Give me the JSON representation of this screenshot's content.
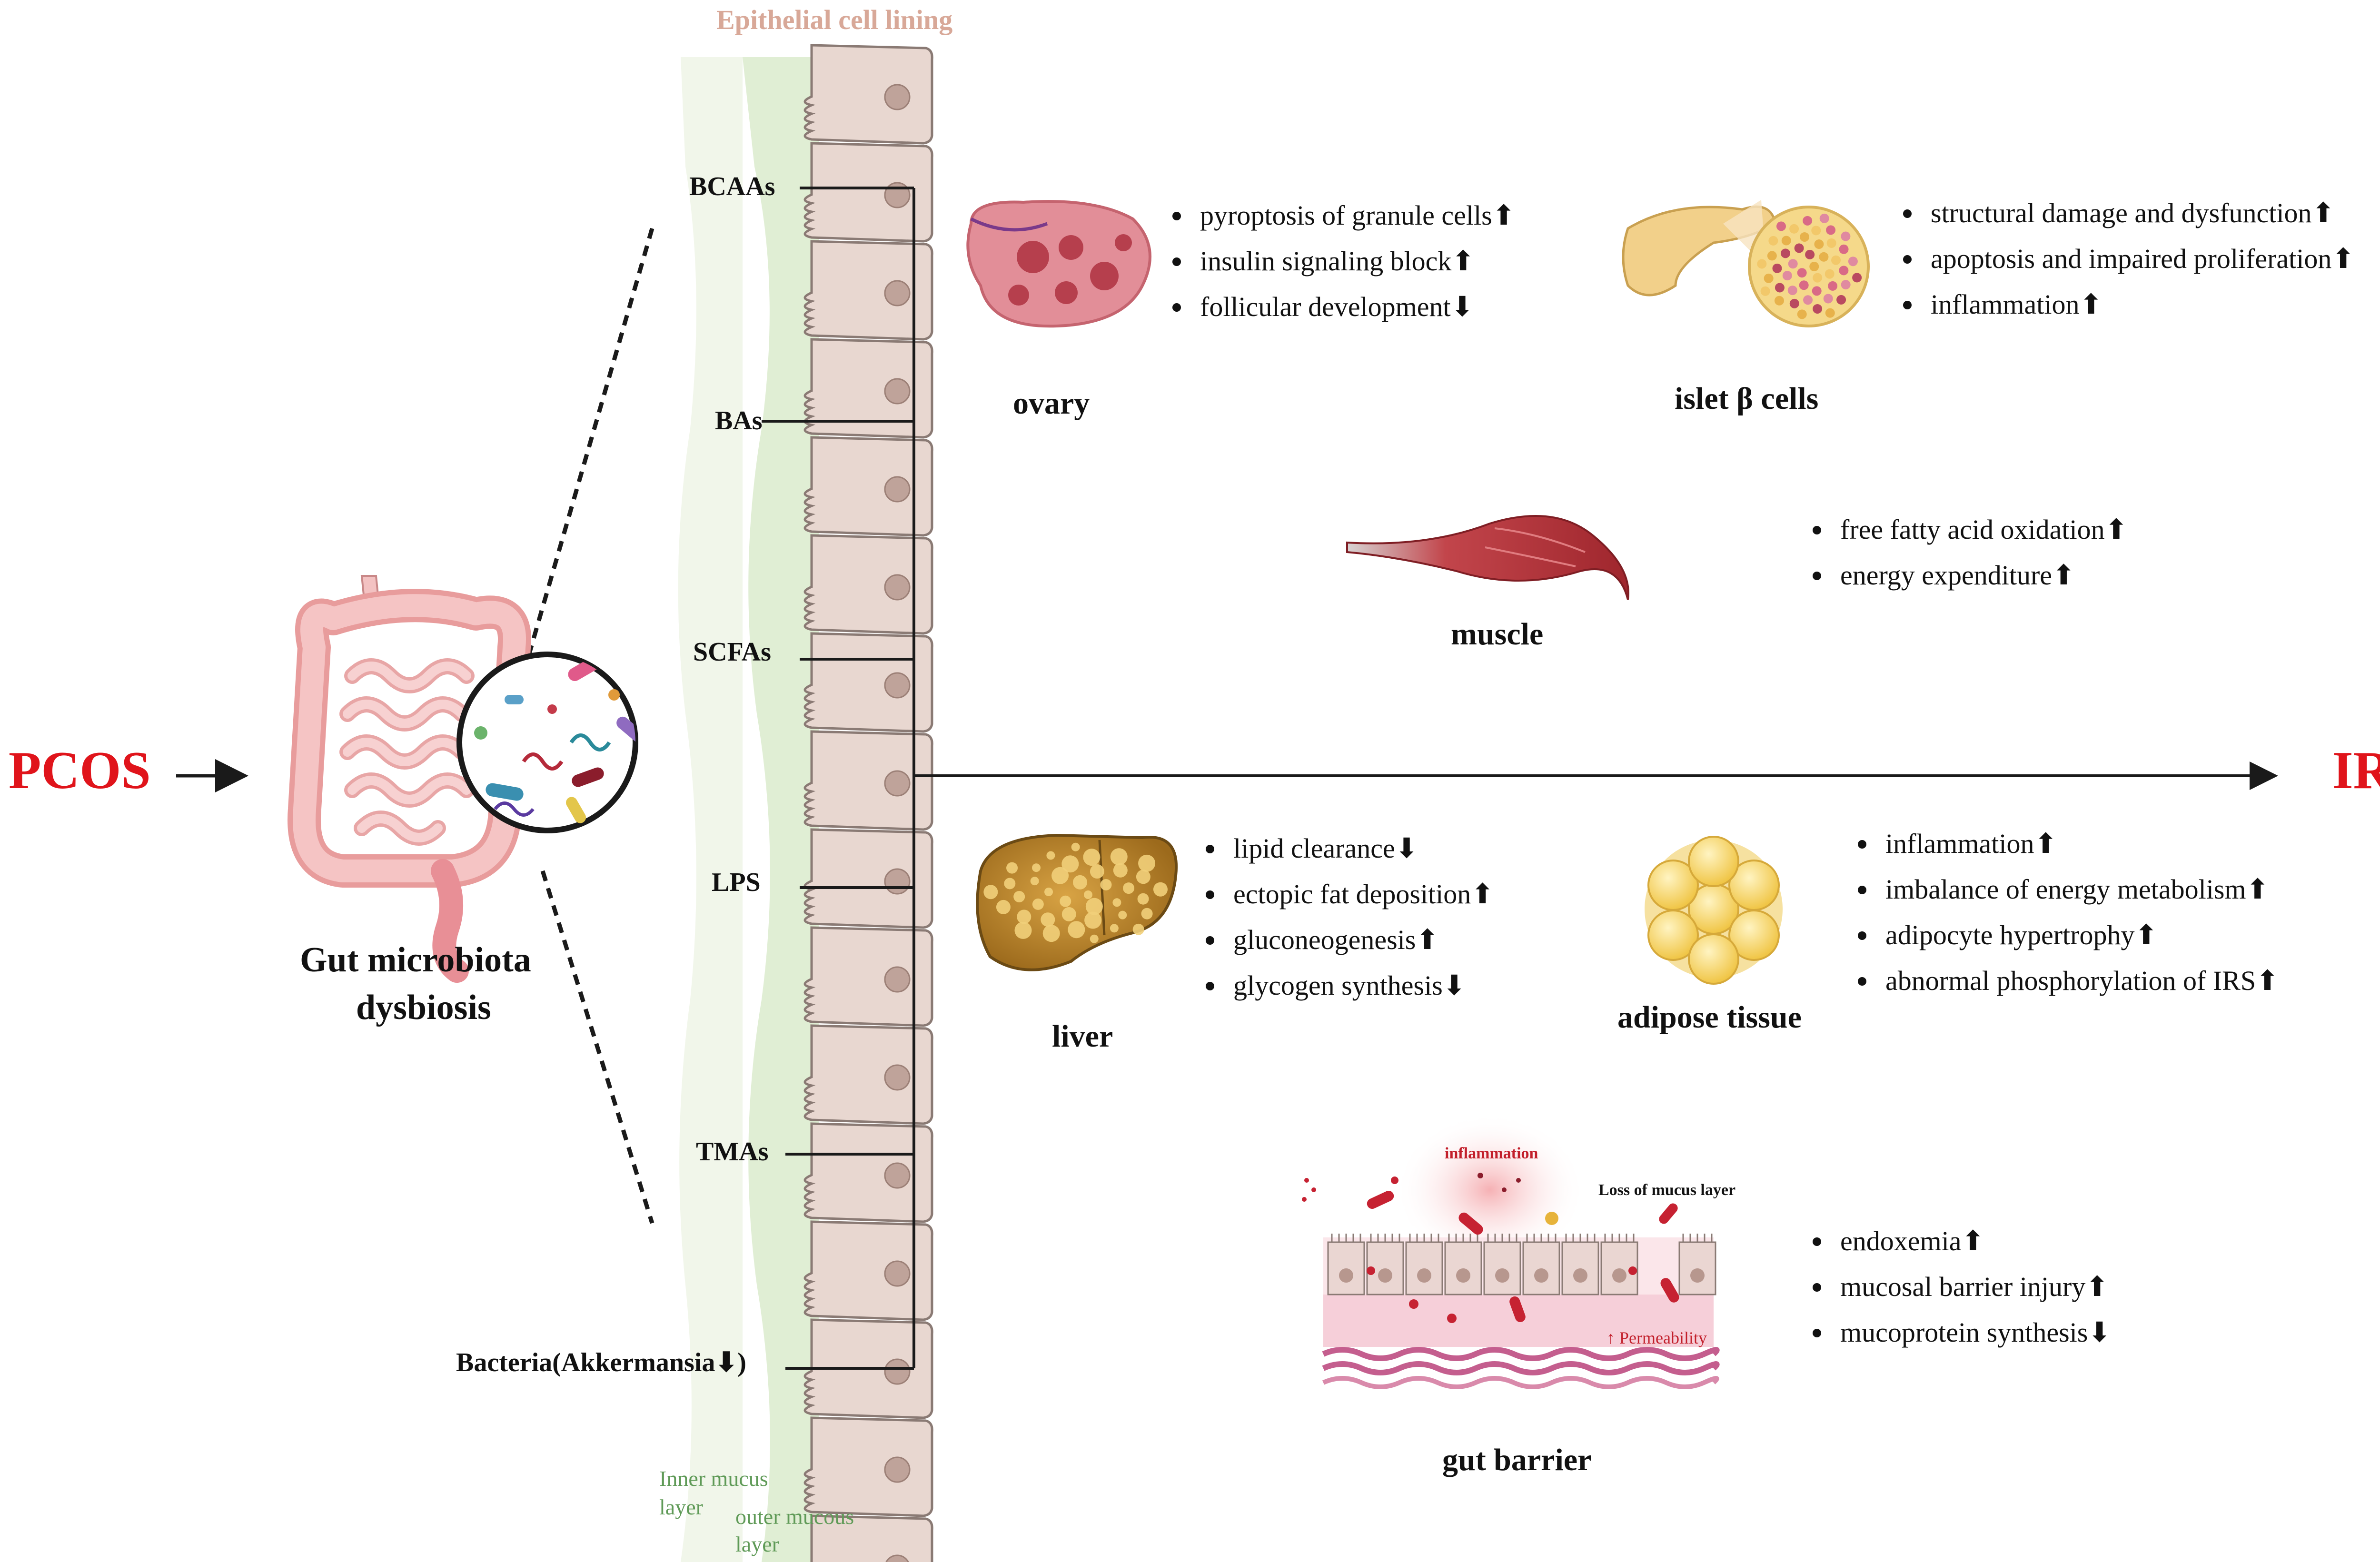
{
  "diagram": {
    "title_left": "PCOS",
    "title_right": "IR",
    "gut": {
      "label_line1": "Gut microbiota",
      "label_line2": "dysbiosis"
    },
    "epithelium": {
      "header": "Epithelial cell lining",
      "inner_mucus_line1": "Inner mucus",
      "inner_mucus_line2": "layer",
      "outer_mucus_line1": "outer mucous",
      "outer_mucus_line2": "layer"
    },
    "metabolites": [
      {
        "label": "BCAAs"
      },
      {
        "label": "BAs"
      },
      {
        "label": "SCFAs"
      },
      {
        "label": "LPS"
      },
      {
        "label": "TMAs"
      },
      {
        "label": "Bacteria(Akkermansia⬇)"
      }
    ],
    "organs": {
      "ovary": {
        "label": "ovary",
        "effects": [
          "pyroptosis of granule cells⬆",
          "insulin signaling block⬆",
          "follicular development⬇"
        ]
      },
      "islet": {
        "label": "islet β cells",
        "effects": [
          "structural damage and dysfunction⬆",
          "apoptosis and impaired proliferation⬆",
          "inflammation⬆"
        ]
      },
      "muscle": {
        "label": "muscle",
        "effects": [
          "free fatty acid oxidation⬆",
          "energy expenditure⬆"
        ]
      },
      "liver": {
        "label": "liver",
        "effects": [
          "lipid clearance⬇",
          "ectopic fat deposition⬆",
          "gluconeogenesis⬆",
          "glycogen synthesis⬇"
        ]
      },
      "adipose": {
        "label": "adipose tissue",
        "effects": [
          "inflammation⬆",
          "imbalance of energy metabolism⬆",
          "adipocyte hypertrophy⬆",
          "abnormal phosphorylation  of IRS⬆"
        ]
      },
      "gut_barrier": {
        "label": "gut barrier",
        "inset_inflammation": "inflammation",
        "inset_mucus_loss": "Loss of mucus layer",
        "inset_permeability": "↑ Permeability",
        "effects": [
          "endoxemia⬆",
          "mucosal barrier injury⬆",
          "mucoprotein synthesis⬇"
        ]
      }
    },
    "colors": {
      "red_title": "#e0141b",
      "epithelial_header": "#d8a898",
      "mucus_label": "#5f9a57",
      "cell_fill": "#e8d7d0",
      "cell_stroke": "#8a7a74",
      "mucus_light": "#f1f6ea",
      "mucus_dark": "#e0eed4",
      "gut_pink": "#f2b6b6",
      "ovary": "#d9828c",
      "muscle": "#b9343b",
      "liver": "#b88a2e",
      "adipose": "#f4d66b"
    }
  }
}
